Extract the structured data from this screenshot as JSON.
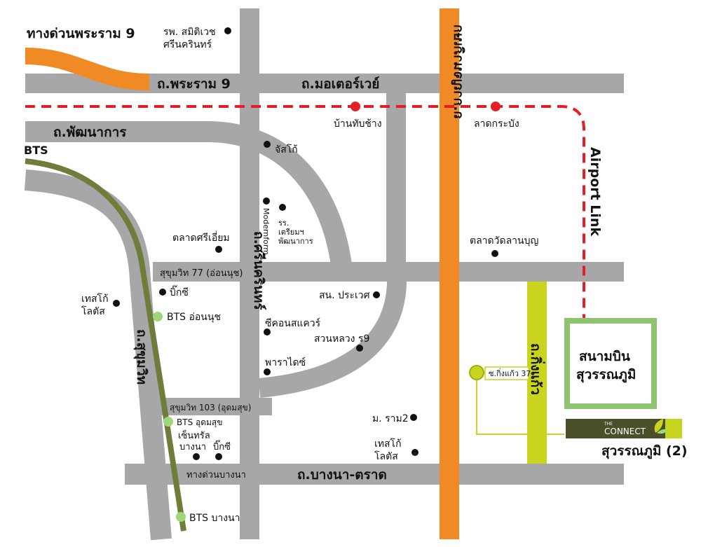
{
  "colors": {
    "road": "#a7a7a9",
    "expressway": "#f08a24",
    "orange_road": "#f08a24",
    "bts_line": "#6e7d3a",
    "bts_station": "#9fd67a",
    "airport_link": "#e31e24",
    "soi_road": "#c8d41e",
    "airport_box": "#8fc46e",
    "connect_dark": "#4a4f2a",
    "connect_light": "#c8d41e"
  },
  "roads": {
    "rama9_expressway": "ทางด่วนพระราม 9",
    "rama9_road": "ถ.พระราม 9",
    "motorway": "ถ.มอเตอร์เวย์",
    "phatthanakan": "ถ.พัฒนาการ",
    "srinakarin": "ถ.ศรีนครินทร์",
    "kanchanaphisek": "ถ.กาญจนาภิเษก",
    "sukhumvit": "ถ.สุขุมวิท",
    "sukhumvit77": "สุขุมวิท 77 (อ่อนนุช)",
    "sukhumvit103": "สุขุมวิท 103 (อุดมสุข)",
    "bangna_trat": "ถ.บางนา-ตราด",
    "bangna_expressway": "ทางด่วนบางนา",
    "king_kaeo": "ถ.กิ่งแก้ว",
    "soi_king_kaeo_37": "ซ.กิ่งแก้ว 37"
  },
  "transit": {
    "bts_label": "BTS",
    "airport_link_label": "Airport Link",
    "stations": {
      "ban_thap_chang": "บ้านทับช้าง",
      "lat_krabang": "ลาดกระบัง",
      "bts_on_nut": "BTS อ่อนนุช",
      "bts_udom_suk": "BTS อุดมสุข",
      "bts_bang_na": "BTS บางนา"
    }
  },
  "places": {
    "samitivej": "รพ. สมิติเวช",
    "samitivej_2": "ศรีนครินทร์",
    "jusco": "จัสโก้",
    "modernform": "Modernform",
    "school_1": "รร.",
    "school_2": "เตรียมฯ",
    "school_3": "พัฒนาการ",
    "talat_sri_iam": "ตลาดศรีเอี่ยม",
    "talat_wat_lan_bun": "ตลาดวัดลานบุญ",
    "big_c_1": "บิ๊กซี",
    "tesco_1": "เทสโก้",
    "tesco_1b": "โลตัส",
    "police": "สน. ประเวศ",
    "seacon": "ซีคอนสแควร์",
    "suan_luang": "สวนหลวง ร9",
    "paradise": "พาราไดซ์",
    "ram2": "ม. ราม2",
    "tesco_2": "เทสโก้",
    "tesco_2b": "โลตัส",
    "central_1": "เซ็นทรัล",
    "central_2": "บางนา",
    "big_c_2": "บิ๊กซี"
  },
  "airport": {
    "line1": "สนามบิน",
    "line2": "สุวรรณภูมิ"
  },
  "project": {
    "logo_small": "THE",
    "logo_main": "CONNECT",
    "name": "สุวรรณภูมิ (2)"
  }
}
